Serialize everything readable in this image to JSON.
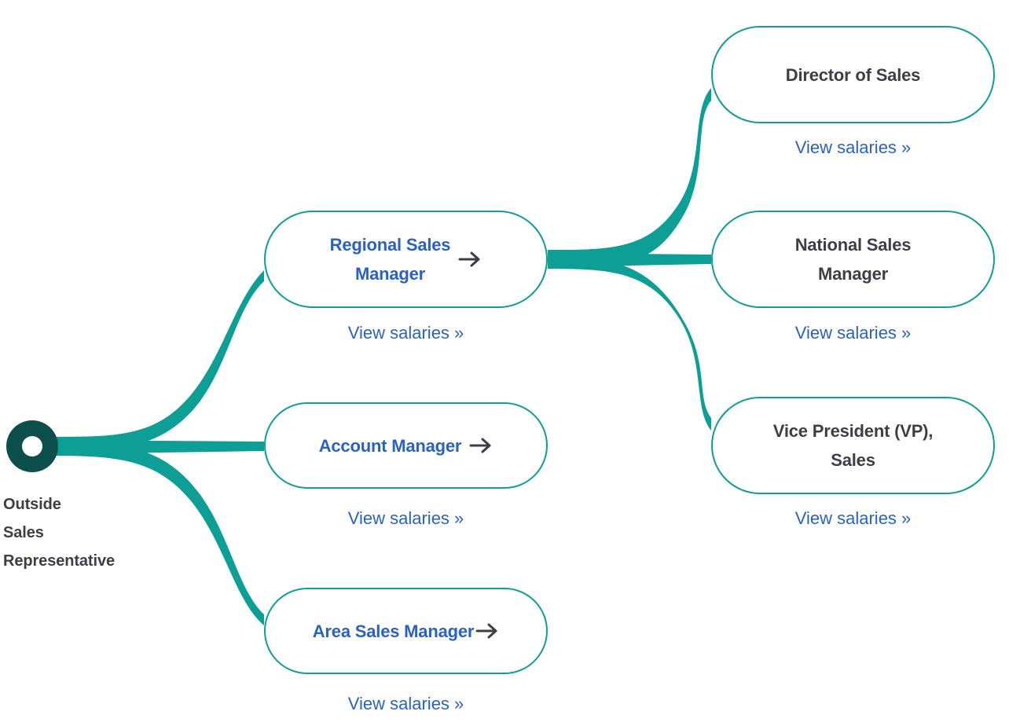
{
  "diagram": {
    "type": "career-path-tree",
    "accent_color": "#0D9E96",
    "root_color": "#0C4E4B",
    "link_color": "#2A62C4",
    "title_dark_color": "#3E3E47",
    "root": {
      "label": "Outside Sales Representative",
      "label_lines": [
        "Outside",
        "Sales",
        "Representative"
      ]
    },
    "columns": [
      {
        "name": "next-step",
        "nodes": [
          {
            "title": "Regional Sales Manager",
            "title_lines": [
              "Regional Sales",
              "Manager"
            ],
            "has_arrow": true,
            "arrow_icon": "arrow-right-icon",
            "link_label": "View salaries »"
          },
          {
            "title": "Account Manager",
            "title_lines": [
              "Account Manager"
            ],
            "has_arrow": true,
            "arrow_icon": "arrow-right-icon",
            "link_label": "View salaries »"
          },
          {
            "title": "Area Sales Manager",
            "title_lines": [
              "Area Sales Manager"
            ],
            "has_arrow": true,
            "arrow_icon": "arrow-right-icon",
            "link_label": "View salaries »"
          }
        ]
      },
      {
        "name": "advanced-step",
        "nodes": [
          {
            "title": "Director of Sales",
            "title_lines": [
              "Director of Sales"
            ],
            "has_arrow": false,
            "arrow_icon": "",
            "link_label": "View salaries »"
          },
          {
            "title": "National Sales Manager",
            "title_lines": [
              "National Sales",
              "Manager"
            ],
            "has_arrow": false,
            "arrow_icon": "",
            "link_label": "View salaries »"
          },
          {
            "title": "Vice President (VP), Sales",
            "title_lines": [
              "Vice President (VP),",
              "Sales"
            ],
            "has_arrow": false,
            "arrow_icon": "",
            "link_label": "View salaries »"
          }
        ]
      }
    ]
  }
}
